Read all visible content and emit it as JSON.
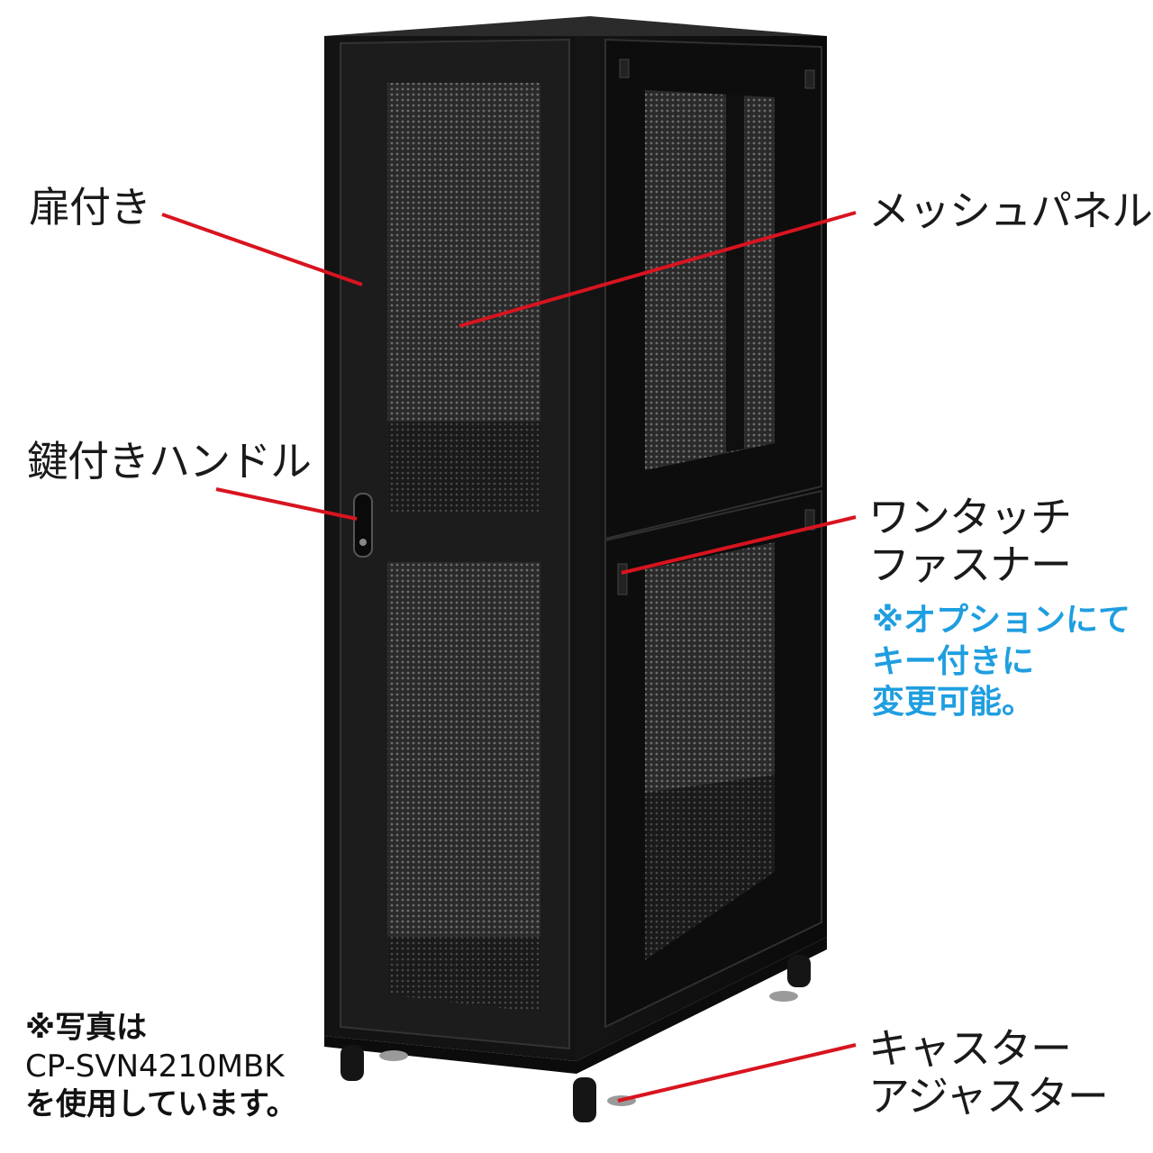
{
  "labels": {
    "door": "扉付き",
    "key_handle": "鍵付きハンドル",
    "mesh_panel": "メッシュパネル",
    "fastener_line1": "ワンタッチ",
    "fastener_line2": "ファスナー",
    "caster_line1": "キャスター",
    "caster_line2": "アジャスター"
  },
  "option_note": {
    "line1": "※オプションにて",
    "line2": "キー付きに",
    "line3": "変更可能。"
  },
  "photo_note": {
    "line1": "※写真は",
    "line2": "CP-SVN4210MBK",
    "line3": "を使用しています。"
  },
  "colors": {
    "leader_line": "#d8141f",
    "note_blue": "#1f9ee0",
    "cabinet": "#111111",
    "text": "#1a1a1a"
  }
}
